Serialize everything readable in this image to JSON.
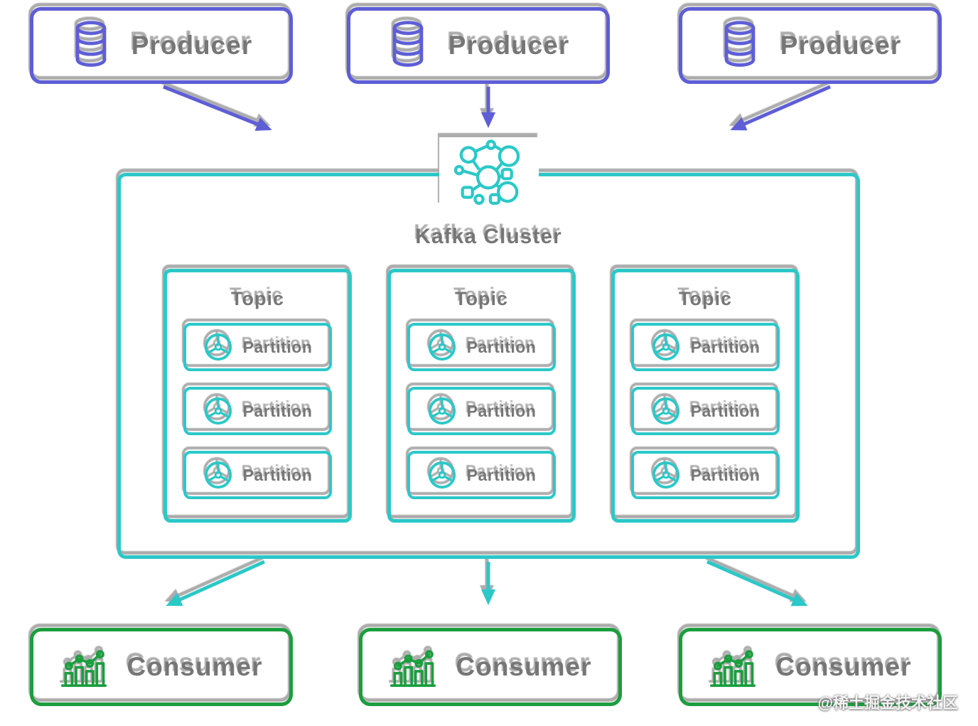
{
  "diagram": {
    "producers": [
      {
        "label": "Producer",
        "icon": "database-icon"
      },
      {
        "label": "Producer",
        "icon": "database-icon"
      },
      {
        "label": "Producer",
        "icon": "database-icon"
      }
    ],
    "cluster": {
      "title": "Kafka Cluster",
      "icon": "network-nodes-icon",
      "topics": [
        {
          "label": "Topic",
          "partitions": [
            "Partition",
            "Partition",
            "Partition"
          ]
        },
        {
          "label": "Topic",
          "partitions": [
            "Partition",
            "Partition",
            "Partition"
          ]
        },
        {
          "label": "Topic",
          "partitions": [
            "Partition",
            "Partition",
            "Partition"
          ]
        }
      ]
    },
    "consumers": [
      {
        "label": "Consumer",
        "icon": "bar-chart-icon"
      },
      {
        "label": "Consumer",
        "icon": "bar-chart-icon"
      },
      {
        "label": "Consumer",
        "icon": "bar-chart-icon"
      }
    ],
    "watermark": "@稀土掘金技术社区",
    "colors": {
      "producer_border": "#5E5ED6",
      "cluster_border": "#2BC8C8",
      "consumer_border": "#1B9E3E",
      "label_text": "#767676"
    }
  }
}
